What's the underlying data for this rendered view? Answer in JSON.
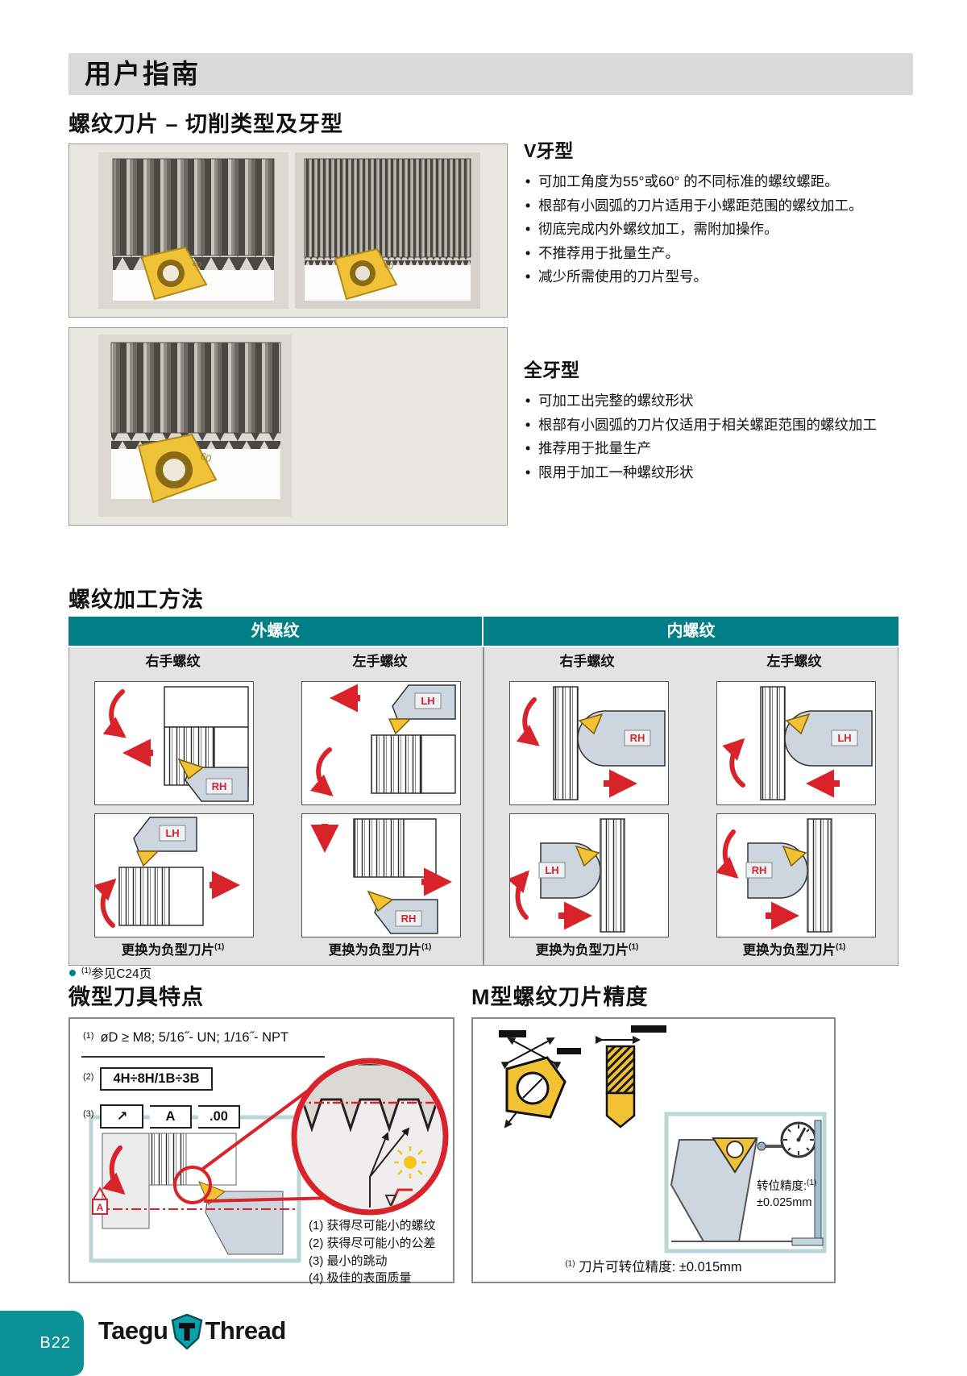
{
  "header": {
    "title": "用户指南"
  },
  "sections": {
    "types": {
      "title": "螺纹刀片 – 切削类型及牙型",
      "insert_marking": "60",
      "v": {
        "heading": "V牙型",
        "bullets": [
          "可加工角度为55°或60° 的不同标准的螺纹螺距。",
          "根部有小圆弧的刀片适用于小螺距范围的螺纹加工。",
          "彻底完成内外螺纹加工，需附加操作。",
          "不推荐用于批量生产。",
          "减少所需使用的刀片型号。"
        ]
      },
      "full": {
        "heading": "全牙型",
        "bullets": [
          "可加工出完整的螺纹形状",
          "根部有小圆弧的刀片仅适用于相关螺距范围的螺纹加工",
          "推荐用于批量生产",
          "限用于加工一种螺纹形状"
        ]
      }
    },
    "methods": {
      "title": "螺纹加工方法",
      "external_label": "外螺纹",
      "internal_label": "内螺纹",
      "sub_rh": "右手螺纹",
      "sub_lh": "左手螺纹",
      "rh": "RH",
      "lh": "LH",
      "caption": "更换为负型刀片",
      "caption_sup": "(1)",
      "footnote_sup": "(1)",
      "footnote_text": "参见C24页"
    },
    "micro": {
      "title": "微型刀具特点",
      "line1_sup": "(1)",
      "line1": "øD ≥ M8; 5/16˝- UN; 1/16˝- NPT",
      "line2_sup": "(2)",
      "line2_value": "4H÷8H/1B÷3B",
      "line3_sup": "(3)",
      "line3_cells": [
        "↗",
        "A",
        ".00"
      ],
      "datum_label": "A",
      "notes": [
        "(1) 获得尽可能小的螺纹",
        "(2) 获得尽可能小的公差",
        "(3) 最小的跳动",
        "(4) 极佳的表面质量"
      ]
    },
    "accuracy": {
      "title": "M型螺纹刀片精度",
      "indexing_label": "转位精度:",
      "indexing_sup": "(1)",
      "indexing_value": "±0.025mm",
      "footnote_sup": "(1)",
      "footnote_text": " 刀片可转位精度: ±0.015mm"
    }
  },
  "footer": {
    "page": "B22",
    "brand_first": "Taegu",
    "brand_second": "Thread"
  },
  "colors": {
    "teal": "#007F86",
    "red": "#D8232A",
    "insert_yellow": "#F2C232",
    "header_gray": "#D9D9D9"
  }
}
